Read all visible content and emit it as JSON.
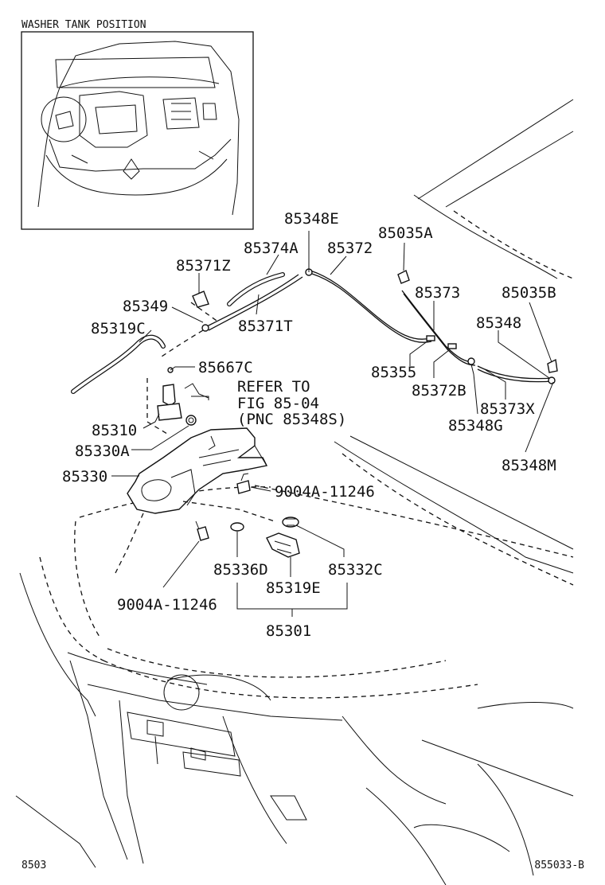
{
  "inset": {
    "title": "WASHER TANK POSITION"
  },
  "labels": {
    "p85348E": "85348E",
    "p85374A": "85374A",
    "p85372": "85372",
    "p85035A": "85035A",
    "p85371Z": "85371Z",
    "p85349": "85349",
    "p85319C": "85319C",
    "p85371T": "85371T",
    "p85373": "85373",
    "p85035B": "85035B",
    "p85348": "85348",
    "p85667C": "85667C",
    "p85355": "85355",
    "p85372B": "85372B",
    "p85373X": "85373X",
    "p85348G": "85348G",
    "p85310": "85310",
    "p85330A": "85330A",
    "p85348M": "85348M",
    "p85330": "85330",
    "p9004A_upper": "9004A-11246",
    "p85336D": "85336D",
    "p85332C": "85332C",
    "p85319E": "85319E",
    "p9004A_lower": "9004A-11246",
    "p85301": "85301"
  },
  "refer": {
    "line1": "REFER TO",
    "line2": "FIG 85-04",
    "line3": "(PNC 85348S)"
  },
  "footer": {
    "left": "8503",
    "right": "855033-B"
  }
}
